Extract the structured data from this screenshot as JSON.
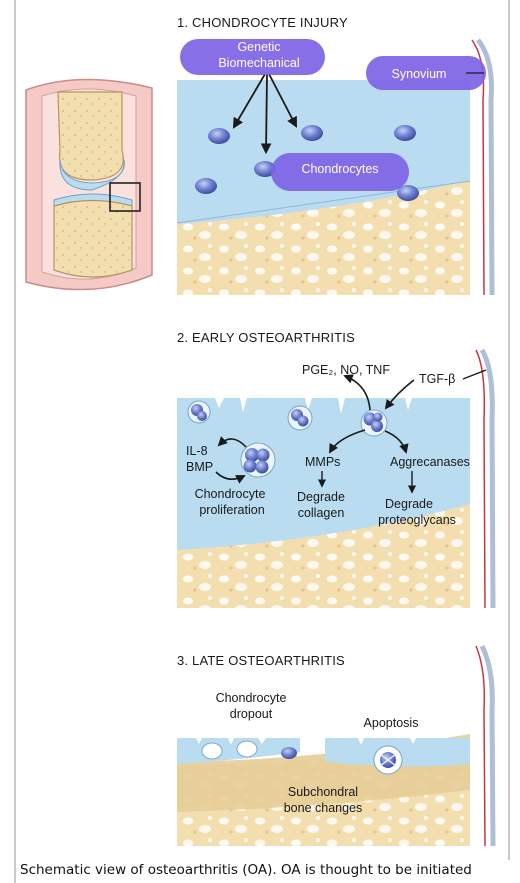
{
  "panels": {
    "p1": {
      "title": "1. CHONDROCYTE INJURY",
      "highlight_genetic_line1": "Genetic",
      "highlight_genetic_line2": "Biomechanical",
      "highlight_synovium": "Synovium",
      "highlight_chondrocytes": "Chondrocytes"
    },
    "p2": {
      "title": "2. EARLY OSTEOARTHRITIS",
      "mediators": "PGE₂, NO, TNF",
      "tgf": "TGF-β",
      "il8": "IL-8",
      "bmp": "BMP",
      "mmps": "MMPs",
      "aggrecanases": "Aggrecanases",
      "prolif_line1": "Chondrocyte",
      "prolif_line2": "proliferation",
      "deg_collagen_line1": "Degrade",
      "deg_collagen_line2": "collagen",
      "deg_proteo_line1": "Degrade",
      "deg_proteo_line2": "proteoglycans"
    },
    "p3": {
      "title": "3. LATE OSTEOARTHRITIS",
      "dropout_line1": "Chondrocyte",
      "dropout_line2": "dropout",
      "apoptosis": "Apoptosis",
      "subchondral_line1": "Subchondral",
      "subchondral_line2": "bone changes"
    }
  },
  "caption": "Schematic view of osteoarthritis (OA). OA is thought to be initiated",
  "colors": {
    "cartilage": "#b9dcf0",
    "bone": "#f3deb0",
    "highlight": "#7d63e6",
    "joint_soft_tissue": "#f4c9c6",
    "synovium_line": "#c9344a"
  }
}
